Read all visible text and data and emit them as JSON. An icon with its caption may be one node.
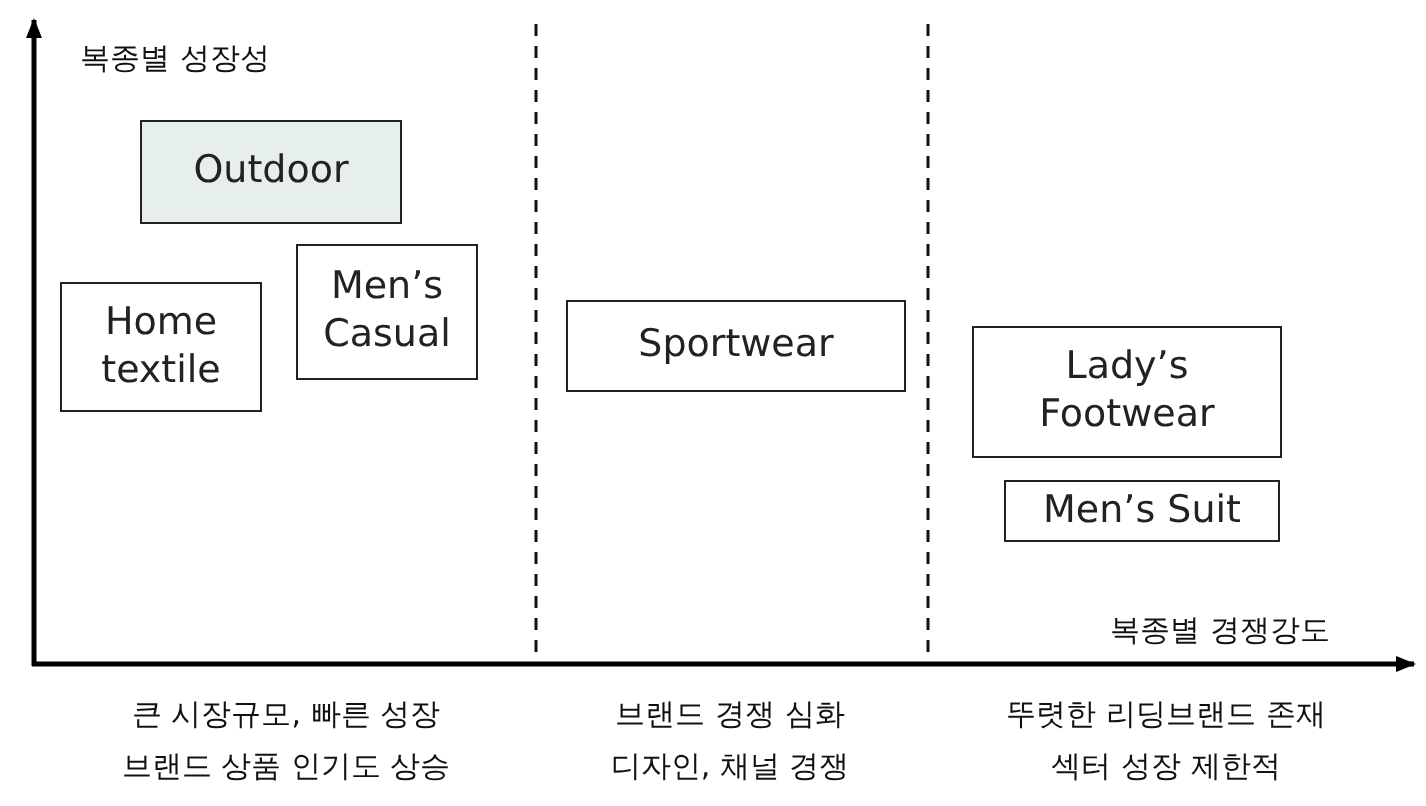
{
  "diagram": {
    "nodes": [
      {
        "text": [
          "Outdoor"
        ]
      },
      {
        "text": [
          "Home textile"
        ]
      },
      {
        "text": [
          "Men’s Casual"
        ]
      },
      {
        "text": [
          "Sportwear"
        ]
      },
      {
        "text": [
          "Lady’s Footwear"
        ]
      },
      {
        "text": [
          "Men’s Suit"
        ]
      }
    ],
    "labels": [
      "복종별 성장성",
      "복종별 경쟁강도",
      "큰 시장규모, 빠른 성장",
      "브랜드 상품 인기도 상승",
      "브랜드 경쟁 심화",
      "디자인, 채널 경쟁",
      "뚜렷한 리딩브랜드 존재",
      "섹터 성장 제한적"
    ]
  }
}
